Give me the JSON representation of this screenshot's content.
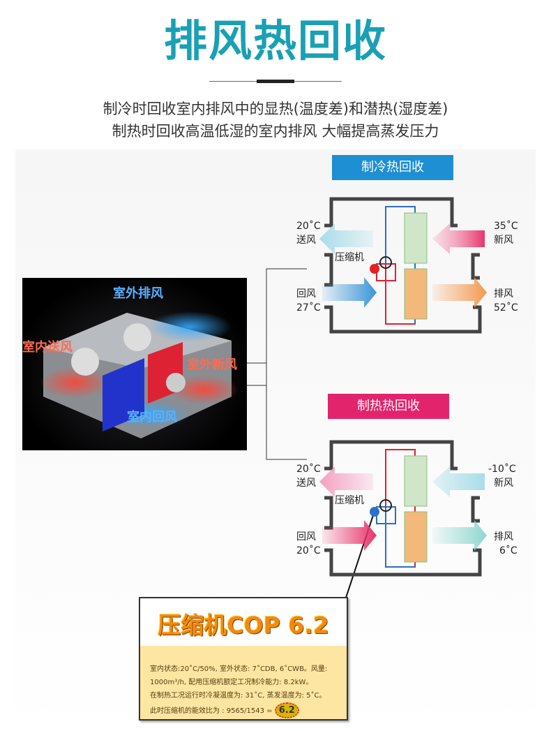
{
  "title": "排风热回收",
  "subtitle": [
    "制冷时回收室内排风中的显热(温度差)和潜热(湿度差)",
    "制热时回收高温低湿的室内排风  大幅提高蒸发压力"
  ],
  "photo_labels": {
    "exhaust": "室外排风",
    "supply": "室内送风",
    "fresh": "室外新风",
    "return": "室内回风"
  },
  "cooling": {
    "tag": "制冷热回收",
    "supply_temp": "20˚C",
    "supply": "送风",
    "fresh_temp": "35˚C",
    "fresh": "新风",
    "compressor": "压缩机",
    "return": "回风",
    "return_temp": "27˚C",
    "exhaust": "排风",
    "exhaust_temp": "52˚C"
  },
  "heating": {
    "tag": "制热热回收",
    "supply_temp": "20˚C",
    "supply": "送风",
    "fresh_temp": "-10˚C",
    "fresh": "新风",
    "compressor": "压缩机",
    "return": "回风",
    "return_temp": "20˚C",
    "exhaust": "排风",
    "exhaust_temp": "6˚C"
  },
  "callout": {
    "title": "压缩机COP 6.2",
    "lines": [
      "室内状态:20˚C/50%, 室外状态: 7˚CDB, 6˚CWB。风量:",
      "1000m³/h, 配用压缩机额定工况制冷能力: 8.2kW。",
      "在制热工况运行时冷凝温度为: 31˚C, 蒸发温度为: 5˚C。",
      "此时压缩机的能效比为 : 9565/1543 ="
    ],
    "cop": "6.2"
  },
  "colors": {
    "title": "#1aa0b4",
    "cool_tag": "#1d8fd2",
    "heat_tag": "#e2246c"
  }
}
